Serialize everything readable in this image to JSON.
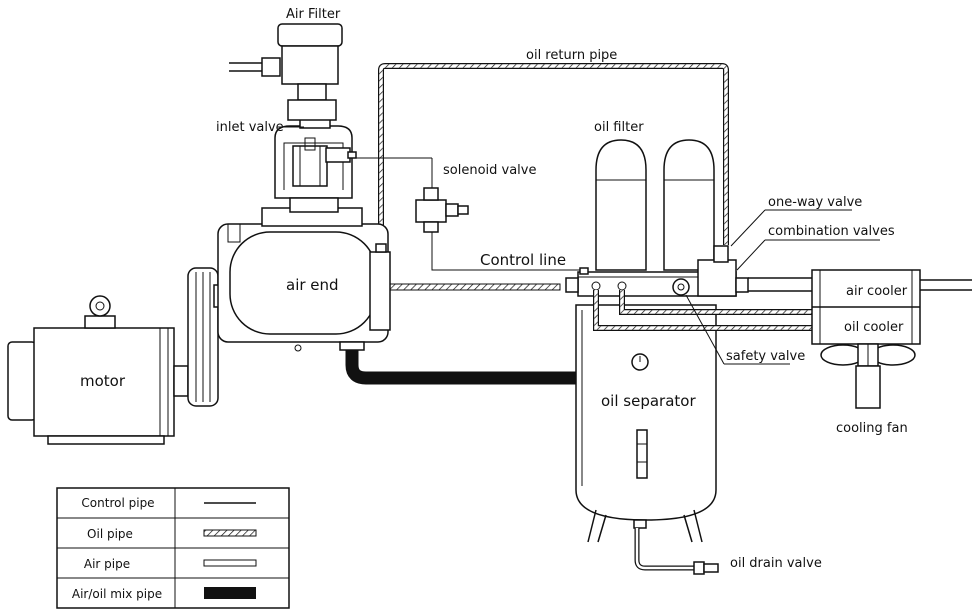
{
  "labels": {
    "air_filter": "Air Filter",
    "oil_return_pipe": "oil return pipe",
    "inlet_valve": "inlet valve",
    "oil_filter": "oil filter",
    "solenoid_valve": "solenoid valve",
    "one_way_valve": "one-way valve",
    "combination_valves": "combination valves",
    "air_end": "air end",
    "control_line": "Control line",
    "air_cooler": "air cooler",
    "oil_cooler": "oil cooler",
    "motor": "motor",
    "safety_valve": "safety valve",
    "oil_separator": "oil separator",
    "cooling_fan": "cooling fan",
    "oil_drain_valve": "oil drain valve"
  },
  "legend": [
    {
      "label": "Control pipe",
      "style": "control"
    },
    {
      "label": "Oil pipe",
      "style": "oil"
    },
    {
      "label": "Air pipe",
      "style": "air"
    },
    {
      "label": "Air/oil mix pipe",
      "style": "mix"
    }
  ],
  "colors": {
    "line": "#111111",
    "background": "#ffffff"
  }
}
